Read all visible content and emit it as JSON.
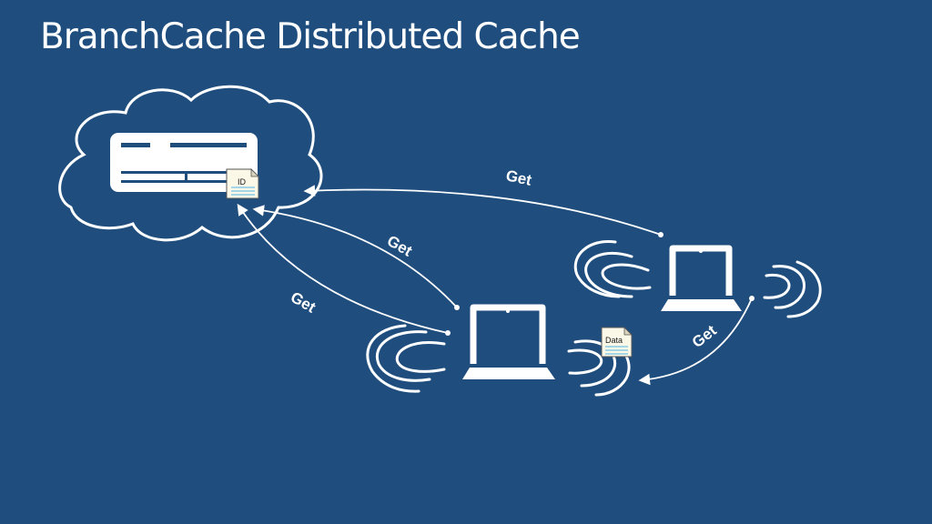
{
  "slide": {
    "title": "BranchCache Distributed Cache"
  },
  "cloud": {
    "document_label": "ID"
  },
  "arrows": [
    {
      "label": "Get"
    },
    {
      "label": "Get"
    },
    {
      "label": "Get"
    },
    {
      "label": "Get"
    }
  ],
  "data_doc": {
    "label": "Data"
  },
  "colors": {
    "background": "#1f4e7e",
    "foreground": "#ffffff",
    "doc_lines": "#4db3e6",
    "doc_fill": "#fbf8e8"
  },
  "icons": [
    "cloud-icon",
    "server-icon",
    "document-icon",
    "laptop-icon",
    "wireless-signal-icon"
  ]
}
